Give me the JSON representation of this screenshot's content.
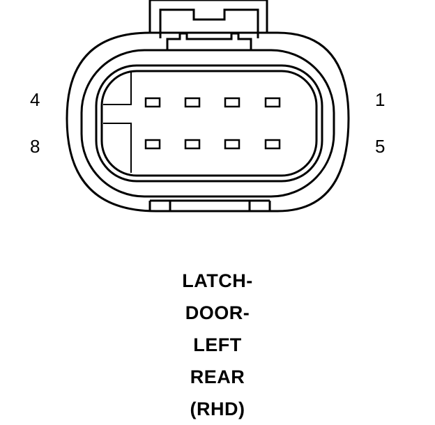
{
  "connector": {
    "pin_labels": {
      "top_left": "4",
      "bottom_left": "8",
      "top_right": "1",
      "bottom_right": "5"
    },
    "pin_rows": 2,
    "pins_per_row": 4
  },
  "caption": {
    "lines": [
      "LATCH-",
      "DOOR-",
      "LEFT",
      "REAR",
      "(RHD)"
    ]
  },
  "colors": {
    "line": "#000000",
    "background": "#ffffff"
  }
}
